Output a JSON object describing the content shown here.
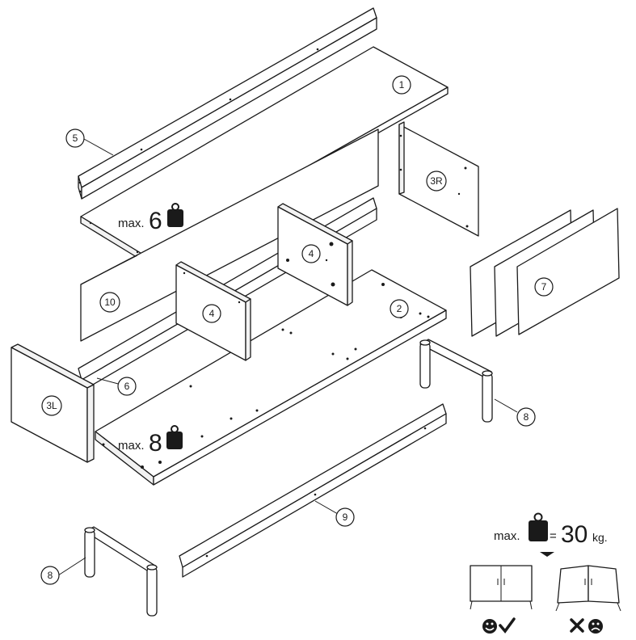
{
  "parts": [
    {
      "id": "part-1",
      "label": "1"
    },
    {
      "id": "part-2",
      "label": "2"
    },
    {
      "id": "part-3L",
      "label": "3L"
    },
    {
      "id": "part-3R",
      "label": "3R"
    },
    {
      "id": "part-4a",
      "label": "4"
    },
    {
      "id": "part-4b",
      "label": "4"
    },
    {
      "id": "part-5",
      "label": "5"
    },
    {
      "id": "part-6",
      "label": "6"
    },
    {
      "id": "part-7",
      "label": "7"
    },
    {
      "id": "part-8a",
      "label": "8"
    },
    {
      "id": "part-8b",
      "label": "8"
    },
    {
      "id": "part-9",
      "label": "9"
    },
    {
      "id": "part-10",
      "label": "10"
    }
  ],
  "load_top": {
    "prefix": "max.",
    "value": "6"
  },
  "load_bottom": {
    "prefix": "max.",
    "value": "8"
  },
  "cabinet_load": {
    "prefix": "max.",
    "equals": "=",
    "value": "30",
    "unit": "kg."
  },
  "colors": {
    "line": "#1a1a1a",
    "panel": "#ffffff",
    "edge": "#f2f2f2"
  },
  "icons": {
    "weight": "weight-icon",
    "ok_face": "smiley-icon",
    "check": "checkmark-icon",
    "cross": "cross-icon",
    "bad_face": "frown-icon",
    "arrow": "down-arrow-icon"
  }
}
